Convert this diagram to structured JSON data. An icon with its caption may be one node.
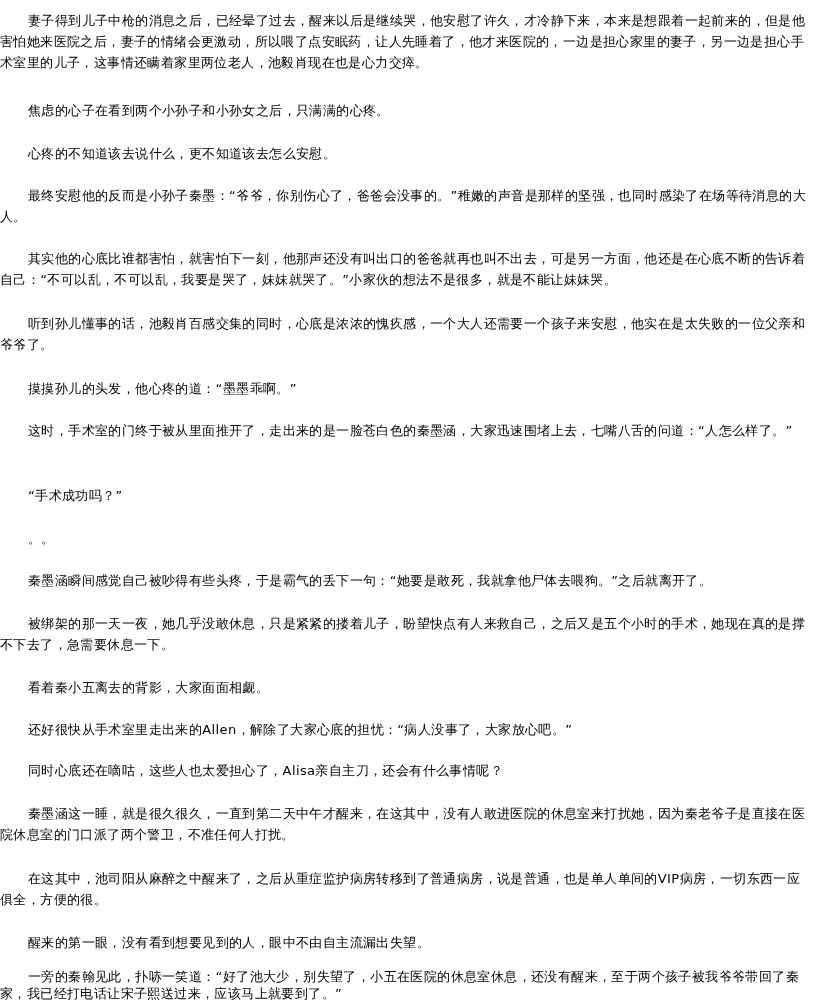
{
  "diagram": {
    "labels": [
      "妻子得到儿子中枪的消息之后，已经晕了过去，醒来以后是继续哭，他安慰了许久，才冷静下来，本来是想跟着一起前来的，但是他害怕她来医院之后，妻子的情绪会更激动，所以喂了点安眠药，让人先睡着了，他才来医院的，一边是担心家里的妻子，另一边是担心手术室里的儿子，这事情还瞒着家里两位老人，池毅肖现在也是心力交瘁。",
      "焦虑的心子在看到两个小孙子和小孙女之后，只满满的心疼。",
      "心疼的不知道该去说什么，更不知道该去怎么安慰。",
      "最终安慰他的反而是小孙子秦墨：“爷爷，你别伤心了，爸爸会没事的。”稚嫩的声音是那样的坚强，也同时感染了在场等待消息的大人。",
      "其实他的心底比谁都害怕，就害怕下一刻，他那声还没有叫出口的爸爸就再也叫不出去，可是另一方面，他还是在心底不断的告诉着自己：“不可以乱，不可以乱，我要是哭了，妹妹就哭了。”小家伙的想法不是很多，就是不能让妹妹哭。",
      "听到孙儿懂事的话，池毅肖百感交集的同时，心底是浓浓的愧疚感，一个大人还需要一个孩子来安慰，他实在是太失败的一位父亲和爷爷了。",
      "摸摸孙儿的头发，他心疼的道：“墨墨乖啊。”",
      "这时，手术室的门终于被从里面推开了，走出来的是一脸苍白色的秦墨涵，大家迅速围堵上去，七嘴八舌的问道：“人怎么样了。”",
      "“手术成功吗？”",
      "。。",
      "秦墨涵瞬间感觉自己被吵得有些头疼，于是霸气的丢下一句：“她要是敢死，我就拿他尸体去喂狗。”之后就离开了。",
      "被绑架的那一天一夜，她几乎没敢休息，只是紧紧的搂着儿子，盼望快点有人来救自己，之后又是五个小时的手术，她现在真的是撑不下去了，急需要休息一下。",
      "看着秦小五离去的背影，大家面面相觑。",
      "还好很快从手术室里走出来的Allen，解除了大家心底的担忧：“病人没事了，大家放心吧。”",
      "同时心底还在嘀咕，这些人也太爱担心了，Alisa亲自主刀，还会有什么事情呢？",
      "秦墨涵这一睡，就是很久很久，一直到第二天中午才醒来，在这其中，没有人敢进医院的休息室来打扰她，因为秦老爷子是直接在医院休息室的门口派了两个警卫，不准任何人打扰。",
      "在这其中，池司阳从麻醉之中醒来了，之后从重症监护病房转移到了普通病房，说是普通，也是单人单间的VIP病房，一切东西一应俱全，方便的很。",
      "醒来的第一眼，没有看到想要见到的人，眼中不由自主流漏出失望。",
      "一旁的秦翰见此，扑哧一笑道：“好了池大少，别失望了，小五在医院的休息室休息，还没有醒来，至于两个孩子被我爷爷带回了秦家，我已经打电话让宋子熙送过来，应该马上就要到了。”"
    ]
  }
}
